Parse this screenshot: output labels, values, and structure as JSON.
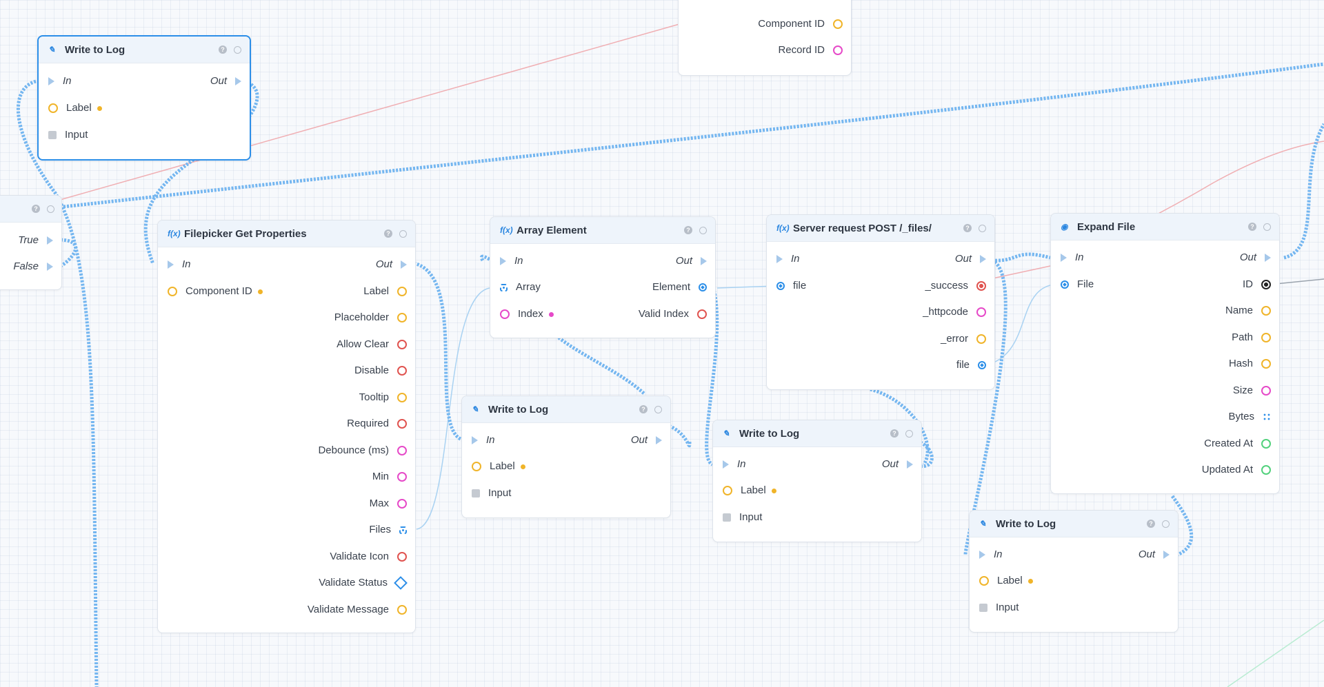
{
  "nodes": {
    "top_partial": {
      "rows": [
        "Component ID",
        "Record ID"
      ]
    },
    "log1": {
      "title": "Write to Log",
      "in": "In",
      "out": "Out",
      "label": "Label",
      "input": "Input"
    },
    "condition": {
      "true_label": "True",
      "false_label": "False"
    },
    "filepicker": {
      "title": "Filepicker Get Properties",
      "in": "In",
      "out": "Out",
      "component_id": "Component ID",
      "outputs": [
        "Label",
        "Placeholder",
        "Allow Clear",
        "Disable",
        "Tooltip",
        "Required",
        "Debounce (ms)",
        "Min",
        "Max",
        "Files",
        "Validate Icon",
        "Validate Status",
        "Validate Message"
      ]
    },
    "array": {
      "title": "Array Element",
      "in": "In",
      "out": "Out",
      "array": "Array",
      "element": "Element",
      "index": "Index",
      "valid_index": "Valid Index"
    },
    "server": {
      "title": "Server request POST /_files/",
      "in": "In",
      "out": "Out",
      "file_in": "file",
      "success": "_success",
      "httpcode": "_httpcode",
      "error": "_error",
      "file_out": "file"
    },
    "expand": {
      "title": "Expand File",
      "in": "In",
      "out": "Out",
      "file": "File",
      "outputs": [
        "ID",
        "Name",
        "Path",
        "Hash",
        "Size",
        "Bytes",
        "Created At",
        "Updated At"
      ]
    },
    "log2": {
      "title": "Write to Log",
      "in": "In",
      "out": "Out",
      "label": "Label",
      "input": "Input"
    },
    "log3": {
      "title": "Write to Log",
      "in": "In",
      "out": "Out",
      "label": "Label",
      "input": "Input"
    },
    "log4": {
      "title": "Write to Log",
      "in": "In",
      "out": "Out",
      "label": "Label",
      "input": "Input"
    }
  },
  "colors": {
    "exec_wire": "#74b6f0",
    "data_wire": "#a9d2f2",
    "error_wire": "#f0a9ad",
    "selected_border": "#2b8ee8",
    "string_port": "#f0b429",
    "bool_port": "#e0534f",
    "number_port": "#e649c8",
    "date_port": "#52d17c"
  },
  "icons": {
    "log": "pencil-icon",
    "function": "function-icon",
    "expand": "target-icon",
    "help": "help-icon",
    "comment": "comment-icon"
  }
}
